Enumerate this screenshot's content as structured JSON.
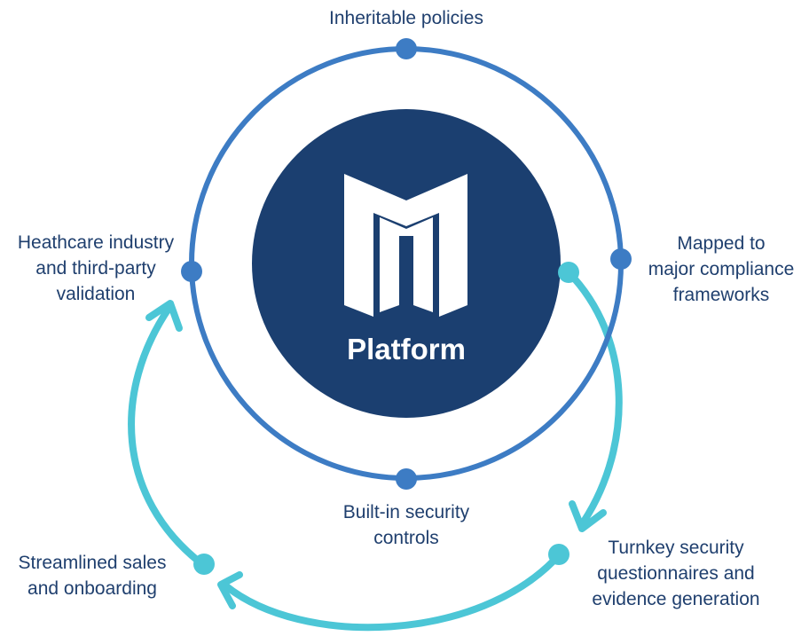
{
  "center": {
    "title": "Platform",
    "logo_icon": "m-logo-icon"
  },
  "labels": {
    "inheritable": [
      "Inheritable policies"
    ],
    "mapped": [
      "Mapped to",
      "major compliance",
      "frameworks"
    ],
    "builtin": [
      "Built-in security",
      "controls"
    ],
    "healthcare": [
      "Heathcare industry",
      "and third-party",
      "validation"
    ],
    "turnkey": [
      "Turnkey security",
      "questionnaires and",
      "evidence generation"
    ],
    "streamlined": [
      "Streamlined sales",
      "and onboarding"
    ]
  },
  "colors": {
    "outer_ring": "#3d7cc4",
    "inner_circle": "#1b3f70",
    "cycle": "#4cc6d6",
    "label_text": "#1f3f6e",
    "platform_text": "#ffffff"
  }
}
